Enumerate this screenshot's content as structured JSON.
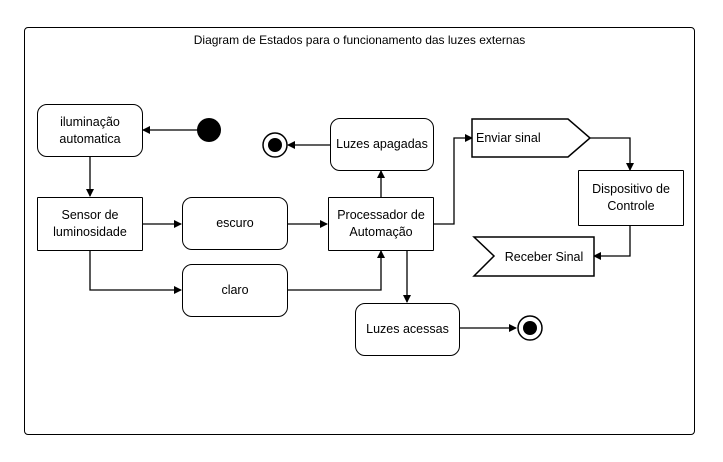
{
  "diagram": {
    "title": "Diagram de Estados para o funcionamento das luzes externas",
    "nodes": {
      "iluminacao": "iluminação\nautomatica",
      "sensor": "Sensor de\nluminosidade",
      "escuro": "escuro",
      "claro": "claro",
      "processador": "Processador de\nAutomação",
      "apagadas": "Luzes apagadas",
      "acessas": "Luzes acessas",
      "enviar": "Enviar sinal",
      "dispositivo": "Dispositivo de\nControle",
      "receber": "Receber Sinal"
    }
  }
}
